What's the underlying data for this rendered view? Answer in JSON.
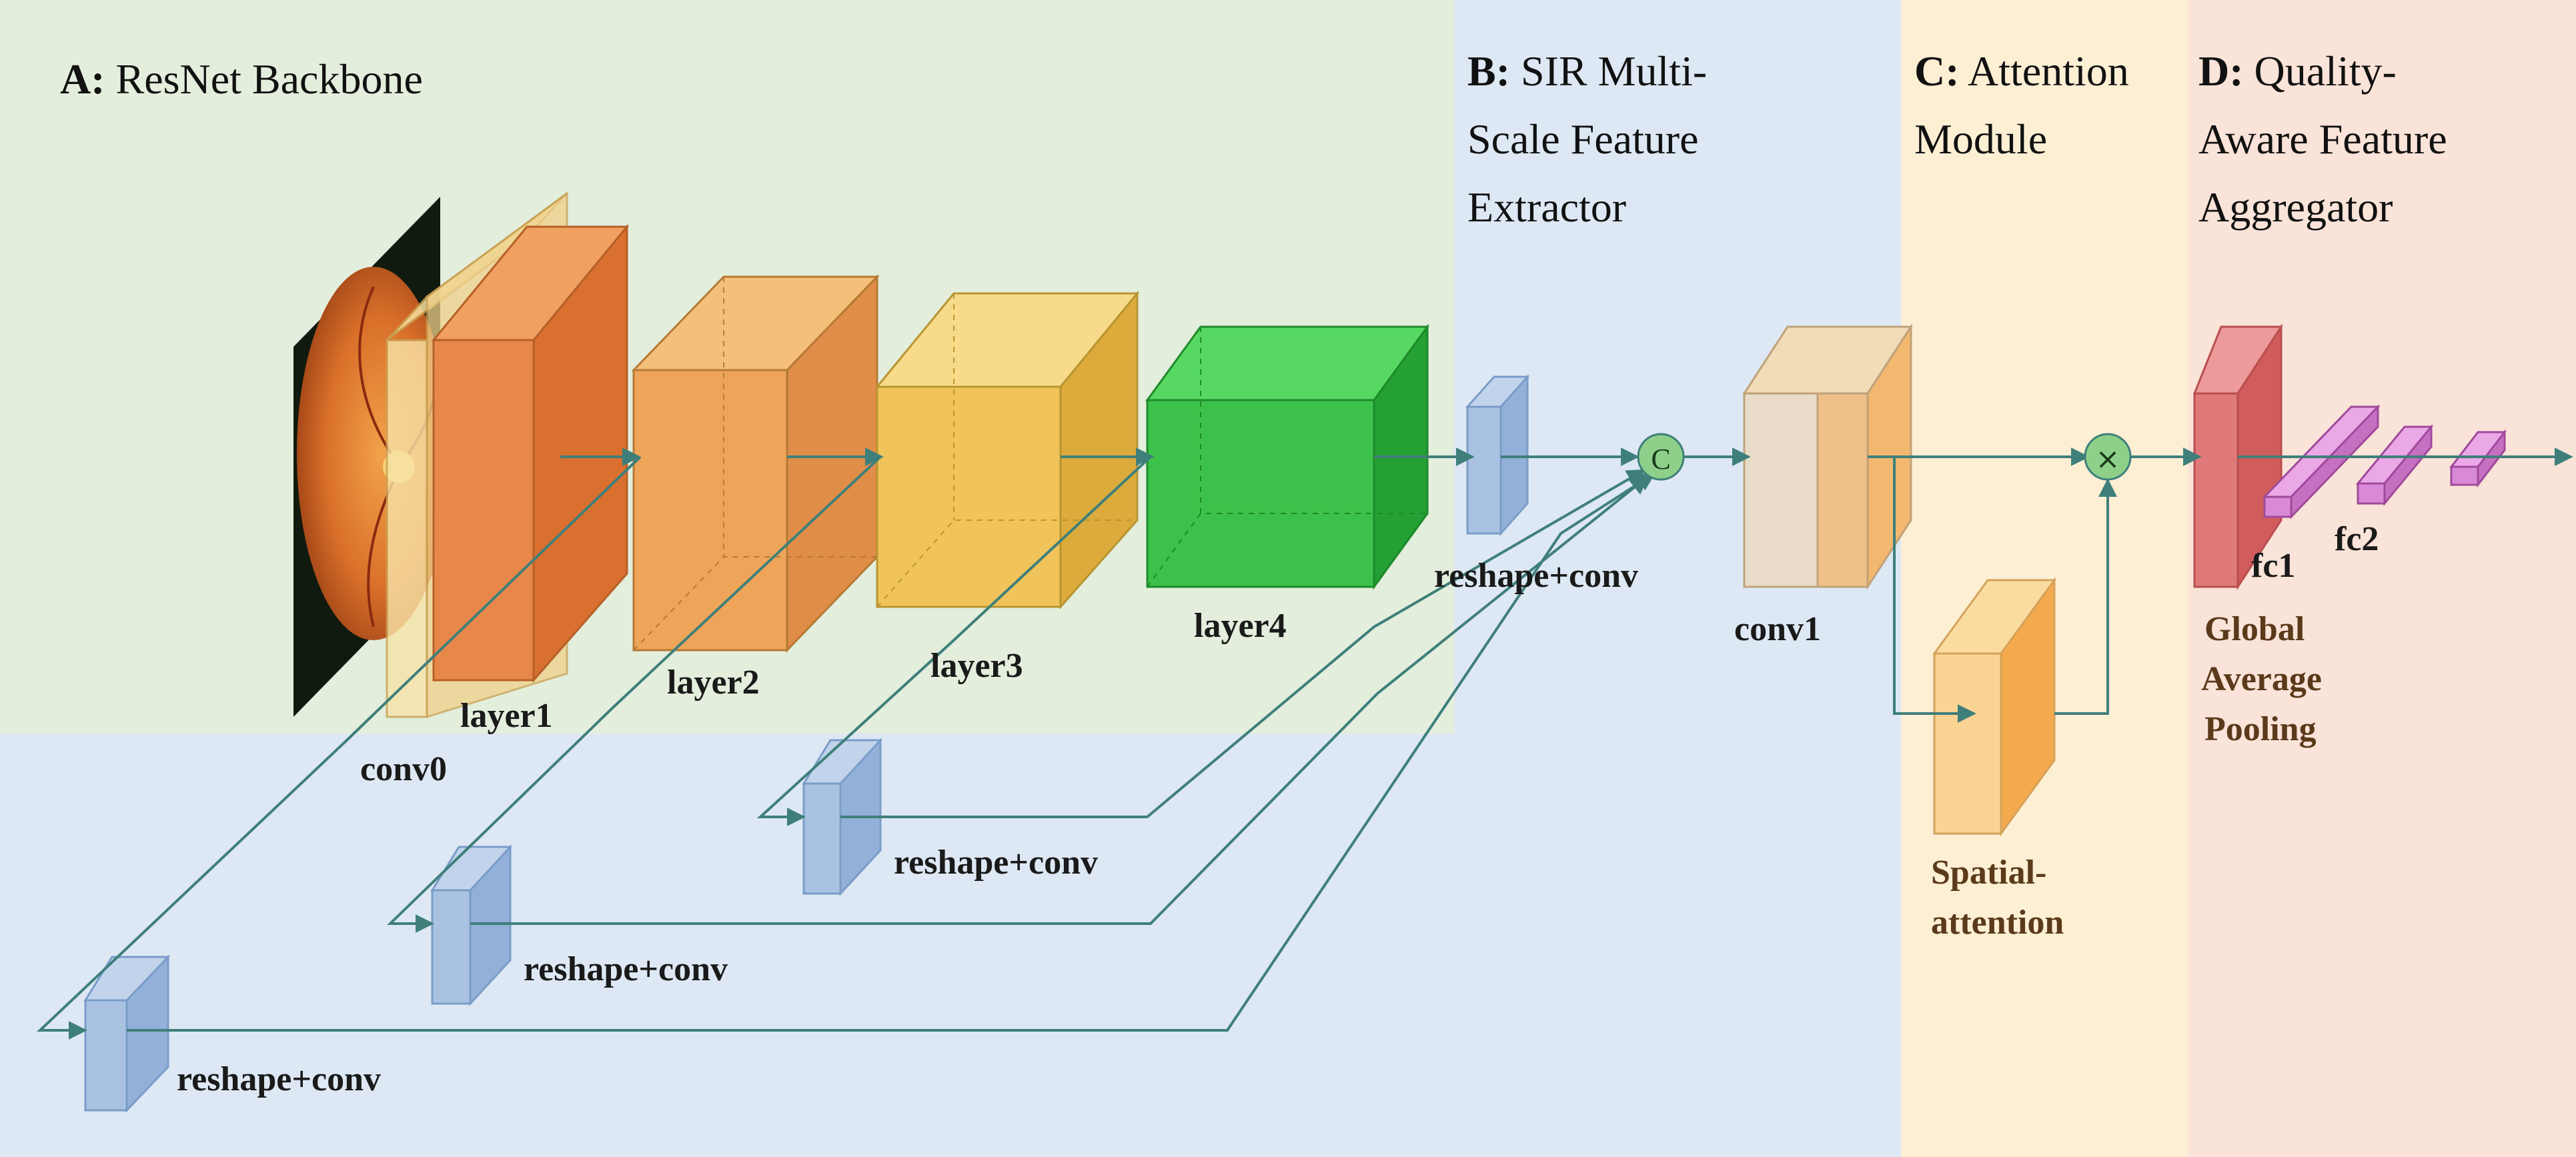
{
  "sections": {
    "A": {
      "letter": "A:",
      "title_lines": [
        "ResNet Backbone"
      ]
    },
    "B": {
      "letter": "B:",
      "title_lines": [
        "SIR Multi-",
        "Scale Feature",
        "Extractor"
      ]
    },
    "C": {
      "letter": "C:",
      "title_lines": [
        "Attention",
        "Module"
      ]
    },
    "D": {
      "letter": "D:",
      "title_lines": [
        "Quality-",
        "Aware Feature",
        "Aggregator"
      ]
    }
  },
  "labels": {
    "conv0": "conv0",
    "layer1": "layer1",
    "layer2": "layer2",
    "layer3": "layer3",
    "layer4": "layer4",
    "reshape_conv_top": "reshape+conv",
    "reshape_conv_3": "reshape+conv",
    "reshape_conv_2": "reshape+conv",
    "reshape_conv_1": "reshape+conv",
    "conv1": "conv1",
    "spatial_attention": [
      "Spatial-",
      "attention"
    ],
    "fc1": "fc1",
    "fc2": "fc2",
    "gap": [
      "Global",
      "Average",
      "Pooling"
    ]
  },
  "operators": {
    "concat": "C",
    "multiply": "×"
  },
  "colors": {
    "backbone_bg": "#e3eedc",
    "extractor_bg": "#dde8f4",
    "attention_bg": "#fdefd4",
    "aggregator_bg": "#fae3d8",
    "layer1": "#e8874a",
    "layer2": "#eea55a",
    "layer3": "#f0c45a",
    "layer4": "#3cc24a",
    "blue_block": "#a9c2e2",
    "pink_block": "#e07a7a",
    "fc_block": "#d98ad6",
    "flow": "#3f7f7a",
    "operator": "#8ed08a"
  }
}
